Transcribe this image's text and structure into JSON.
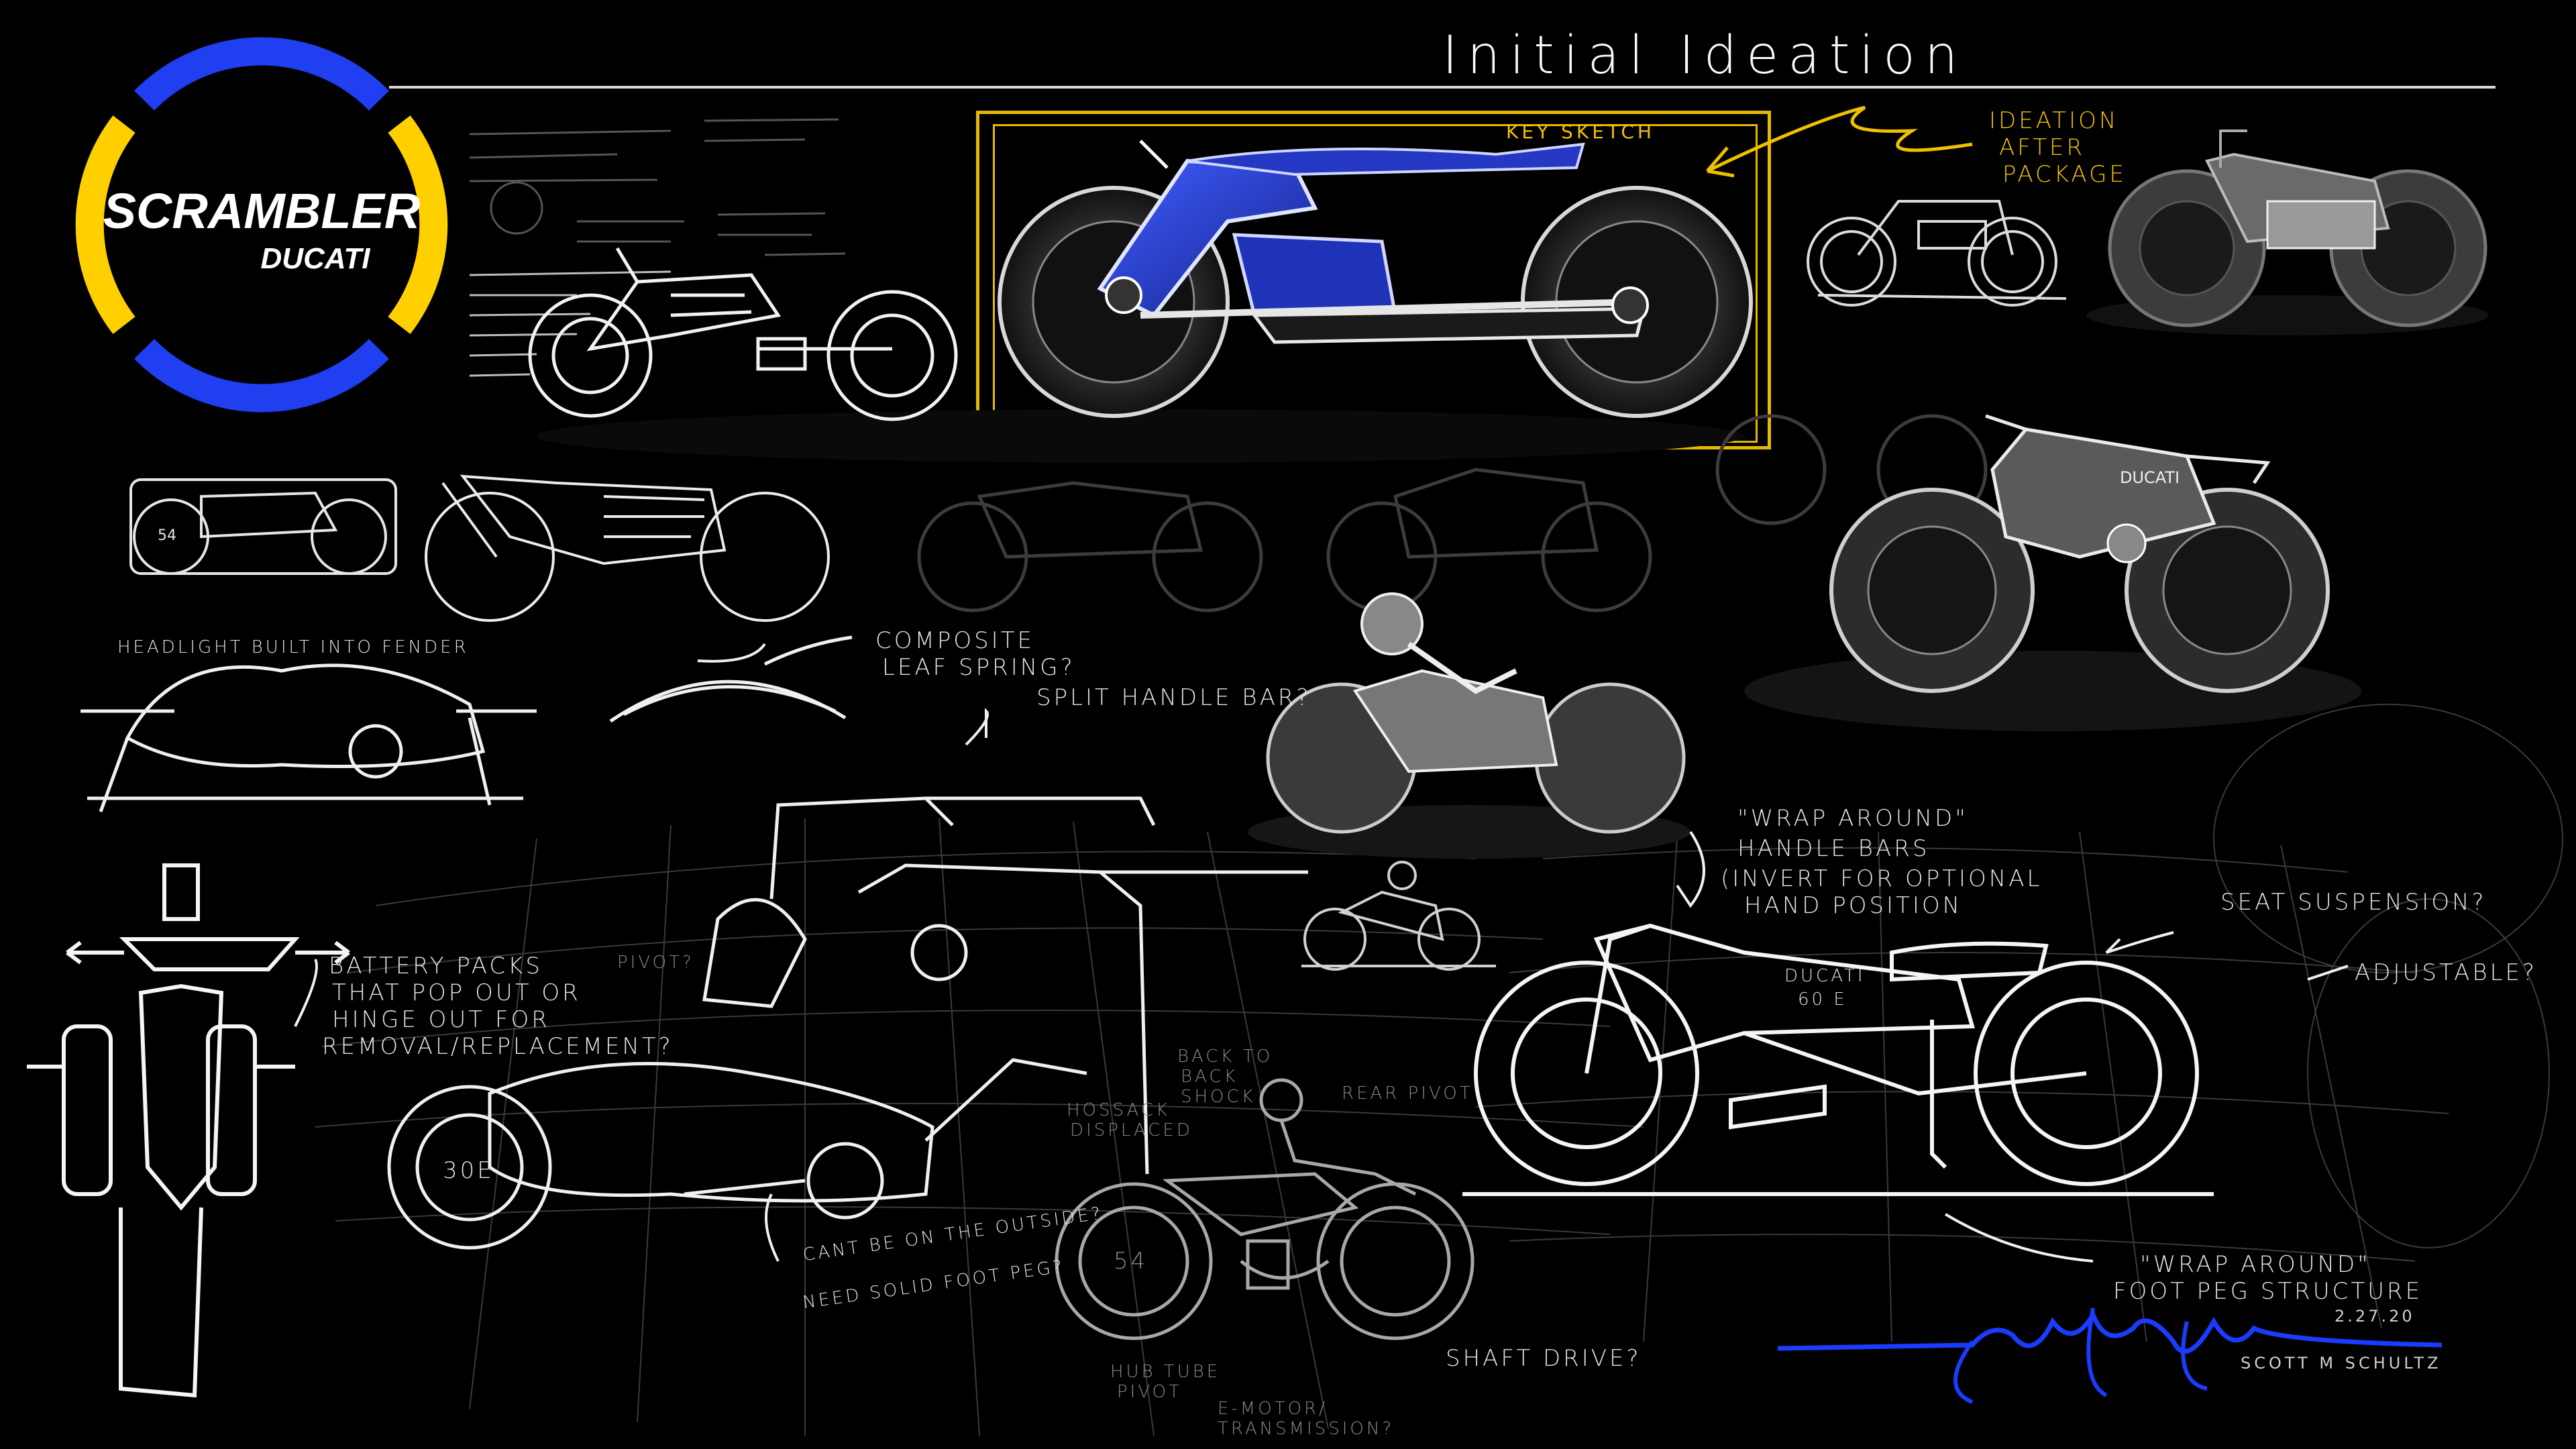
{
  "title": "Initial Ideation",
  "logo": {
    "line1": "SCRAMBLER",
    "line2": "DUCATI",
    "colors": {
      "blue": "#1f3ff0",
      "yellow": "#ffd000"
    }
  },
  "key_sketch": {
    "label": "KEY SKETCH",
    "callout": [
      "IDEATION",
      "AFTER",
      "PACKAGE"
    ],
    "frame_color": "#e7b800"
  },
  "annotations": {
    "headlight": "HEADLIGHT BUILT INTO FENDER",
    "composite": [
      "COMPOSITE",
      "LEAF SPRING?"
    ],
    "split_handle": "SPLIT HANDLE BAR?",
    "battery": [
      "BATTERY PACKS",
      "THAT POP OUT OR",
      "HINGE OUT FOR",
      "REMOVAL/REPLACEMENT?"
    ],
    "pivot": "PIVOT?",
    "wrap_handle": [
      "\"WRAP AROUND\"",
      "HANDLE BARS",
      "(INVERT FOR OPTIONAL",
      "HAND POSITION"
    ],
    "seat_suspension": "SEAT SUSPENSION?",
    "adjustable": "ADJUSTABLE?",
    "wrap_foot": [
      "\"WRAP AROUND\"",
      "FOOT PEG STRUCTURE"
    ],
    "cant_be": "CANT BE ON THE OUTSIDE?",
    "need_solid": "NEED SOLID FOOT PEG?",
    "back_shock": [
      "BACK TO",
      "BACK",
      "SHOCK"
    ],
    "rear_pivot": "REAR PIVOT",
    "hossack": [
      "HOSSACK",
      "DISPLACED"
    ],
    "shaft_drive": "SHAFT DRIVE?",
    "hub_tube": [
      "HUB TUBE",
      "PIVOT"
    ],
    "e_motor": [
      "E-MOTOR/",
      "TRANSMISSION?"
    ],
    "ducati_badge": "DUCATI",
    "badge_30e": "30E",
    "badge_60e": [
      "DUCATI",
      "60 E"
    ],
    "badge_54": "54"
  },
  "signature": {
    "date": "2.27.20",
    "name": "SCOTT M SCHULTZ",
    "ink_color": "#1a3cff"
  }
}
